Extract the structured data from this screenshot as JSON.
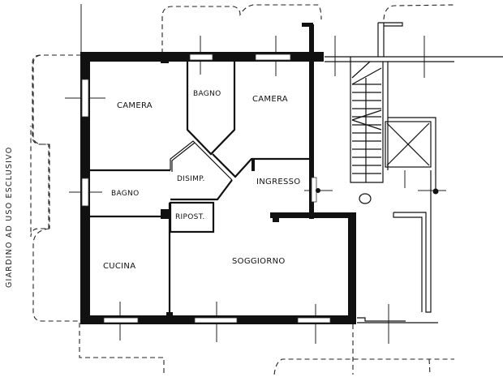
{
  "plan": {
    "rooms": [
      {
        "id": "camera-1",
        "label": "CAMERA"
      },
      {
        "id": "bagno-1",
        "label": "BAGNO"
      },
      {
        "id": "camera-2",
        "label": "CAMERA"
      },
      {
        "id": "disimp",
        "label": "DISIMP."
      },
      {
        "id": "bagno-2",
        "label": "BAGNO"
      },
      {
        "id": "ingresso",
        "label": "INGRESSO"
      },
      {
        "id": "ripost",
        "label": "RIPOST."
      },
      {
        "id": "cucina",
        "label": "CUCINA"
      },
      {
        "id": "soggiorno",
        "label": "SOGGIORNO"
      }
    ],
    "side_note": "GIARDINO AD USO ESCLUSIVO",
    "colors": {
      "wall": "#111111",
      "background": "#ffffff"
    }
  }
}
